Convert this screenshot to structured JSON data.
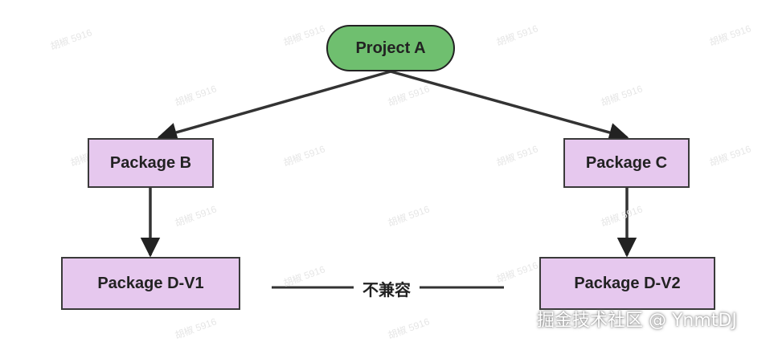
{
  "diagram": {
    "nodes": {
      "project_a": "Project A",
      "package_b": "Package B",
      "package_c": "Package C",
      "package_d_v1": "Package D-V1",
      "package_d_v2": "Package D-V2"
    },
    "incompatible_label": "不兼容",
    "colors": {
      "project_fill": "#6fbf6f",
      "package_fill": "#e6c8ee",
      "stroke": "#222222"
    }
  },
  "watermark": {
    "text": "胡椒 5916",
    "footer": "掘金技术社区 @ YnmtDJ"
  }
}
